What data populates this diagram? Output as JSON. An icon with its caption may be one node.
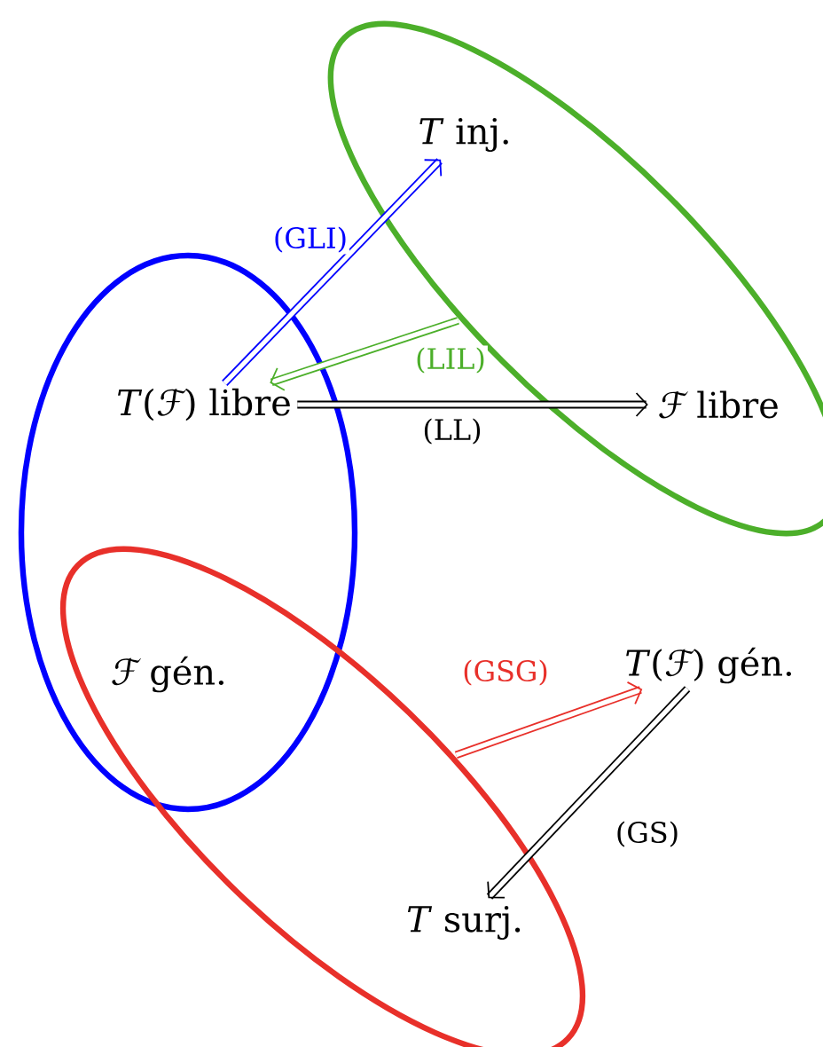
{
  "diagram": {
    "nodes": [
      {
        "text": [],
        "shape": "ellipse"
      },
      {
        "text": [],
        "shape": "ellipse"
      },
      {
        "text": [],
        "shape": "ellipse"
      },
      {
        "text": [
          "*T* inj."
        ],
        "in": 2
      },
      {
        "text": [
          "*T*(ℱ) libre"
        ],
        "in": 0
      },
      {
        "text": [
          "ℱ libre"
        ],
        "in": 2
      },
      {
        "text": [
          "ℱ gén."
        ]
      },
      {
        "text": [
          "*T*(ℱ) gén."
        ]
      },
      {
        "text": [
          "*T* surj."
        ],
        "in": 1
      }
    ],
    "edges": [
      {
        "from": 4,
        "to": 3,
        "arrow": "to",
        "label": "(GLI)",
        "color": "#0000ff"
      },
      {
        "from": 2,
        "to": 4,
        "arrow": "to",
        "label": "(LIL)",
        "color": "#4caf2a"
      },
      {
        "from": 4,
        "to": 5,
        "arrow": "to",
        "label": "(LL)"
      },
      {
        "from": 1,
        "to": 7,
        "arrow": "to",
        "label": "(GSG)",
        "color": "#e8302a"
      },
      {
        "from": 7,
        "to": 8,
        "arrow": "to",
        "label": "(GS)"
      }
    ]
  }
}
